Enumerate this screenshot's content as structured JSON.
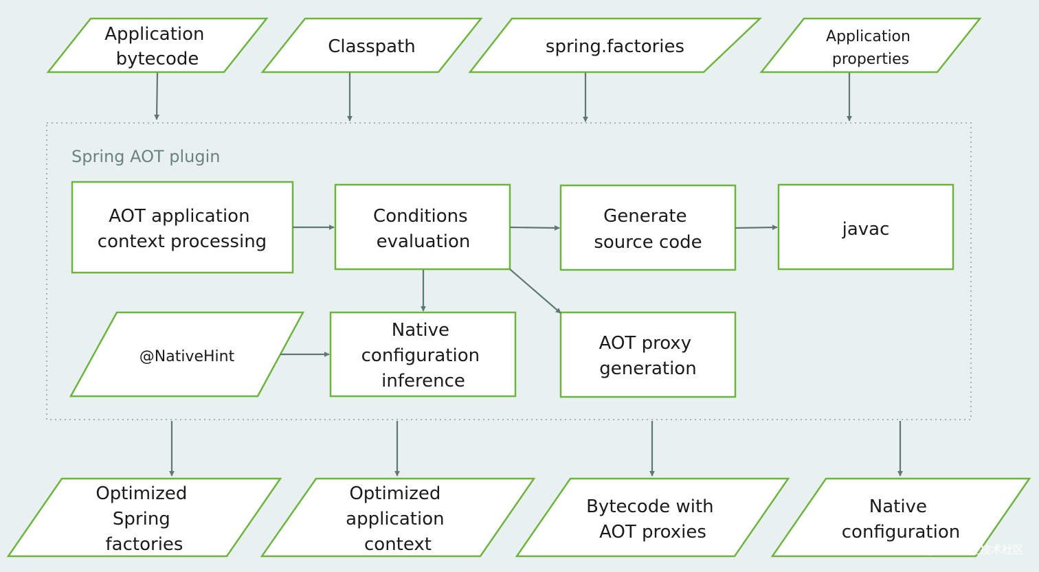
{
  "inputs": {
    "app_bytecode": [
      "Application",
      "bytecode"
    ],
    "classpath": [
      "Classpath"
    ],
    "spring_factories": [
      "spring.factories"
    ],
    "app_properties": [
      "Application",
      "properties"
    ]
  },
  "plugin": {
    "title": "Spring AOT plugin",
    "aot_context": [
      "AOT application",
      "context processing"
    ],
    "conditions": [
      "Conditions",
      "evaluation"
    ],
    "generate_source": [
      "Generate",
      "source code"
    ],
    "javac": [
      "javac"
    ],
    "native_hint": [
      "@NativeHint"
    ],
    "native_inference": [
      "Native",
      "configuration",
      "inference"
    ],
    "aot_proxy": [
      "AOT proxy",
      "generation"
    ]
  },
  "outputs": {
    "spring_factories": [
      "Optimized",
      "Spring",
      "factories"
    ],
    "app_context": [
      "Optimized",
      "application",
      "context"
    ],
    "bytecode_proxies": [
      "Bytecode with",
      "AOT proxies"
    ],
    "native_config": [
      "Native",
      "configuration"
    ]
  },
  "watermark": "@稀土掘金技术社区",
  "colors": {
    "background": "#e9f1f0",
    "node_border": "#6db33f",
    "arrow": "#5f7675",
    "frame": "#9db3b1",
    "title": "#6a8280"
  }
}
